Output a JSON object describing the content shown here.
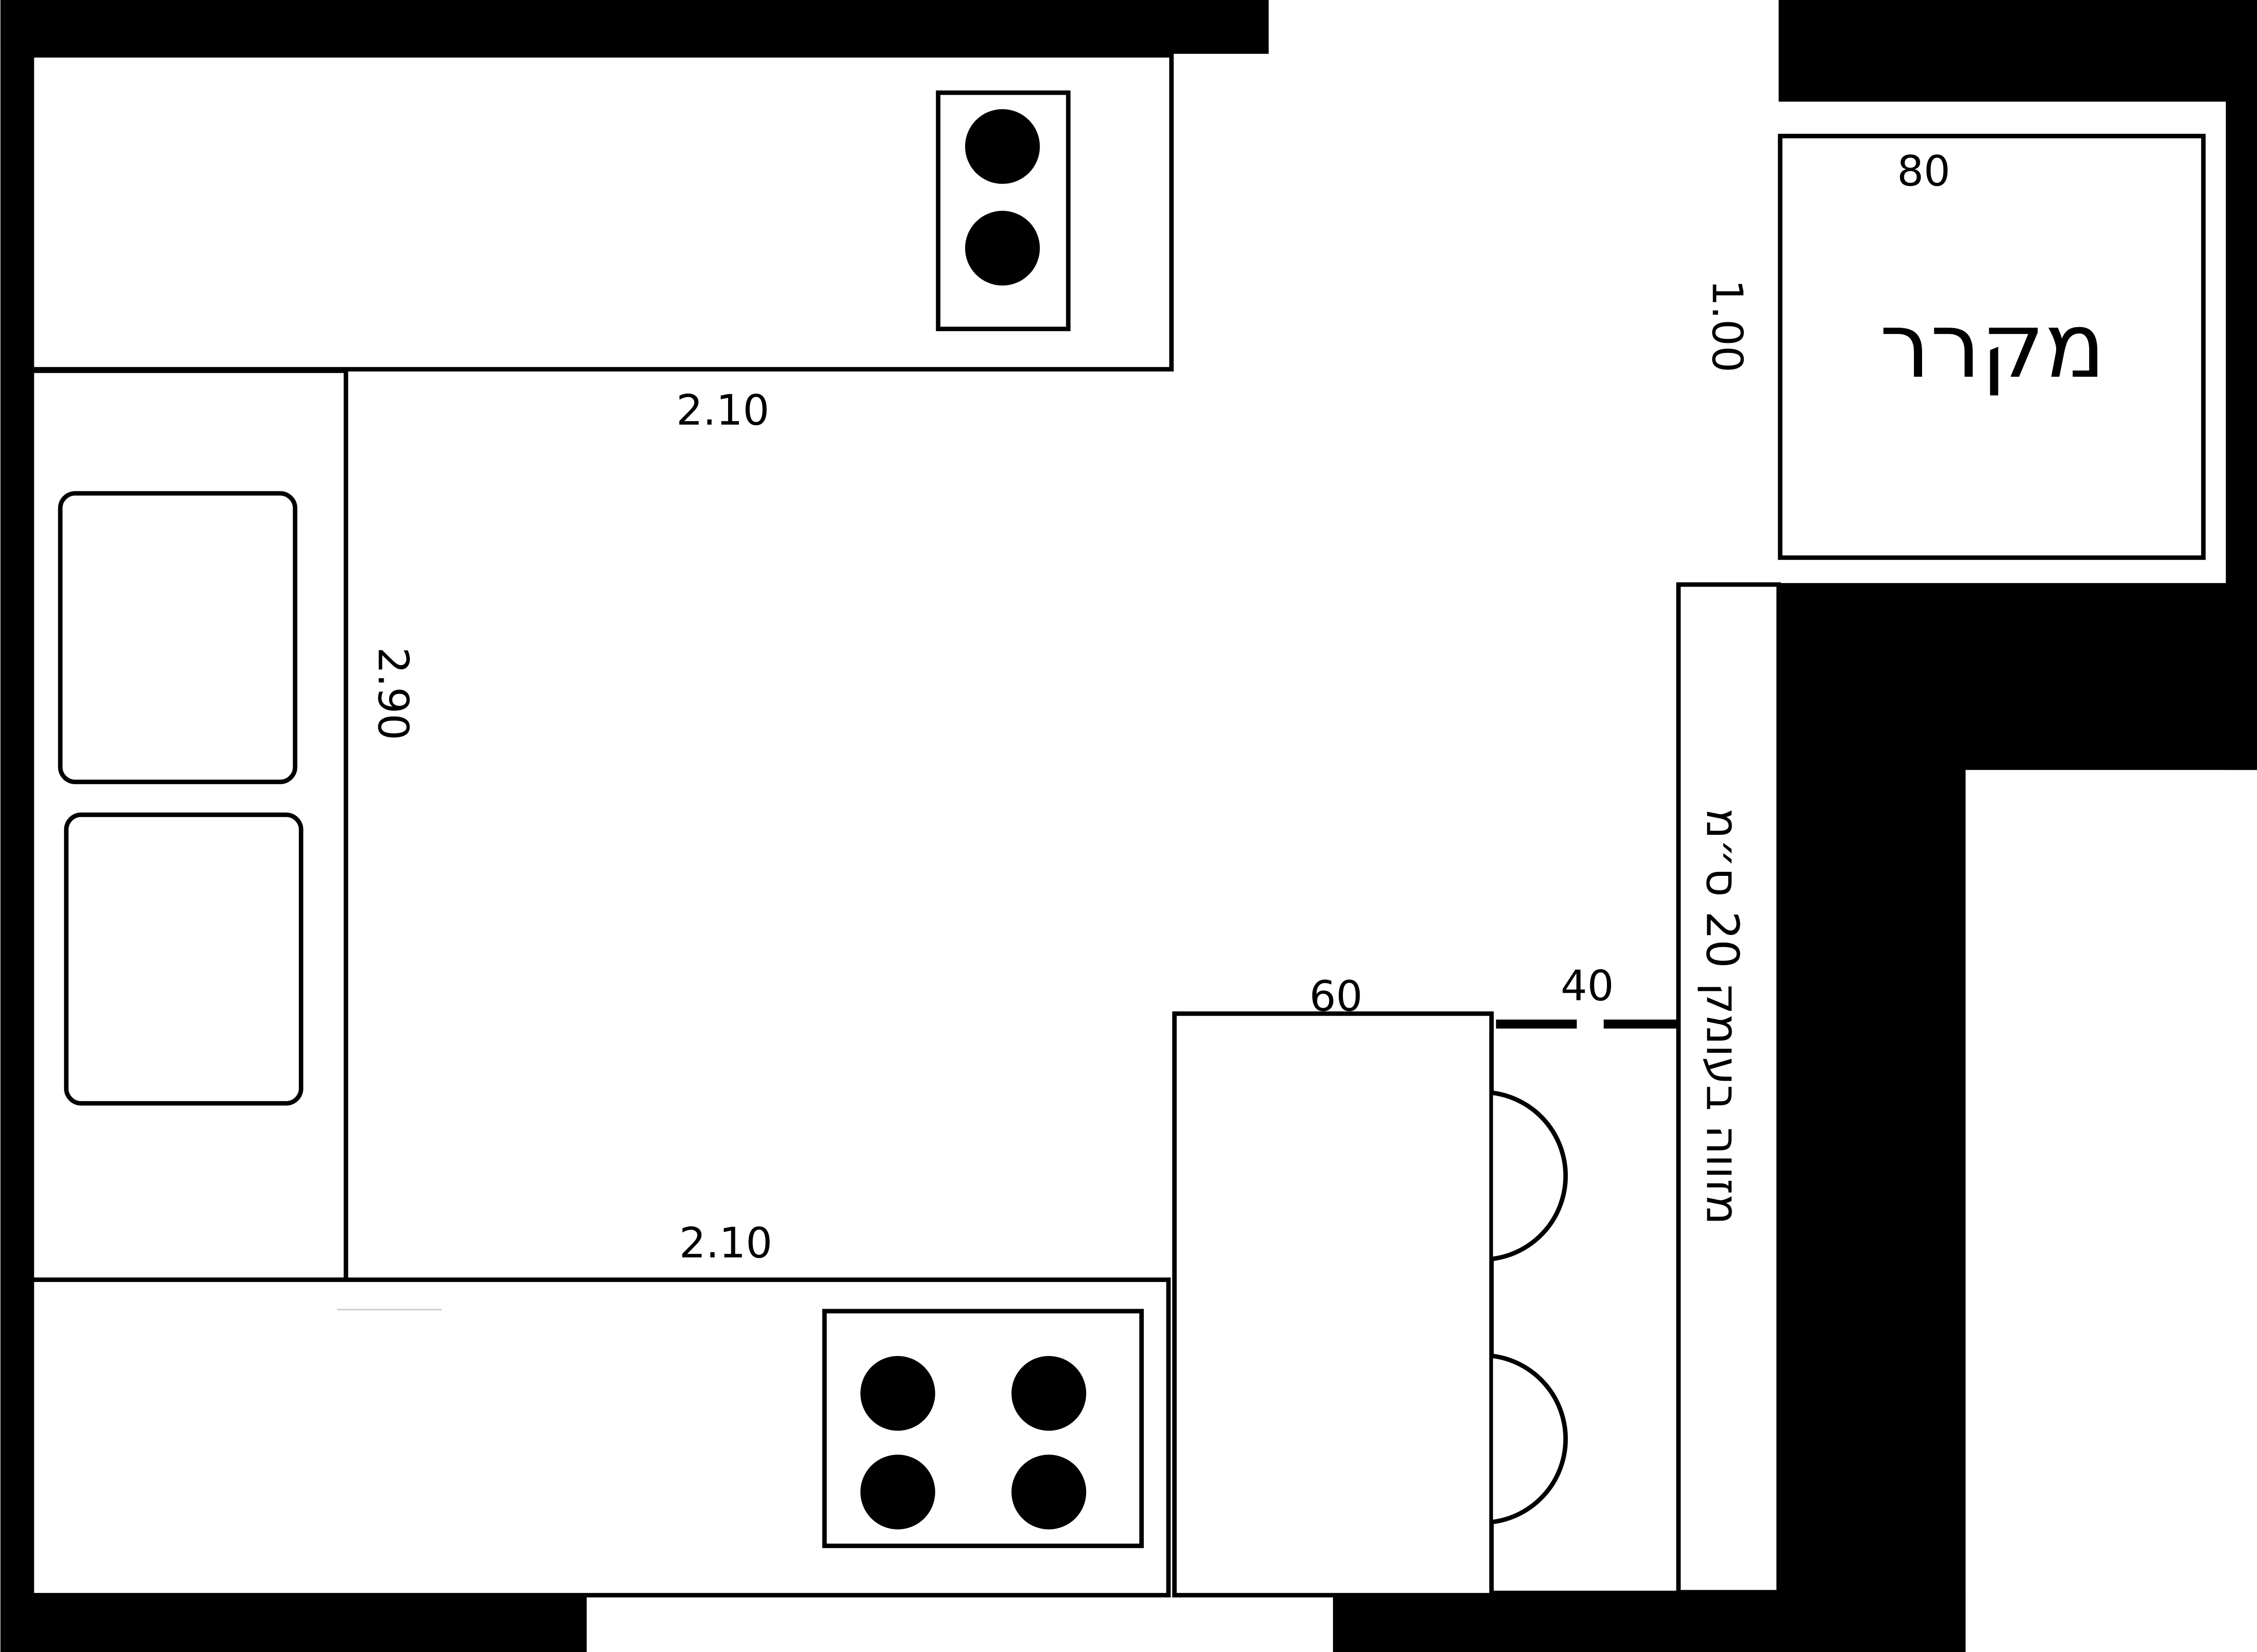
{
  "title": "Kitchen floor plan",
  "colors": {
    "wall": "#000000",
    "background": "#ffffff"
  },
  "dimensions": {
    "top_counter_length": "2.10",
    "bottom_counter_length": "2.10",
    "left_counter_length": "2.90",
    "fridge_width": "80",
    "fridge_depth": "1.00",
    "island_width": "60",
    "gap_width": "40"
  },
  "labels": {
    "fridge": "מקרר",
    "pantry": "מזווה בעומק 20 ס״מ"
  },
  "icons": [
    "stove-2-burner-icon",
    "stove-4-burner-icon",
    "sink-basin-icon",
    "bar-stool-icon"
  ]
}
